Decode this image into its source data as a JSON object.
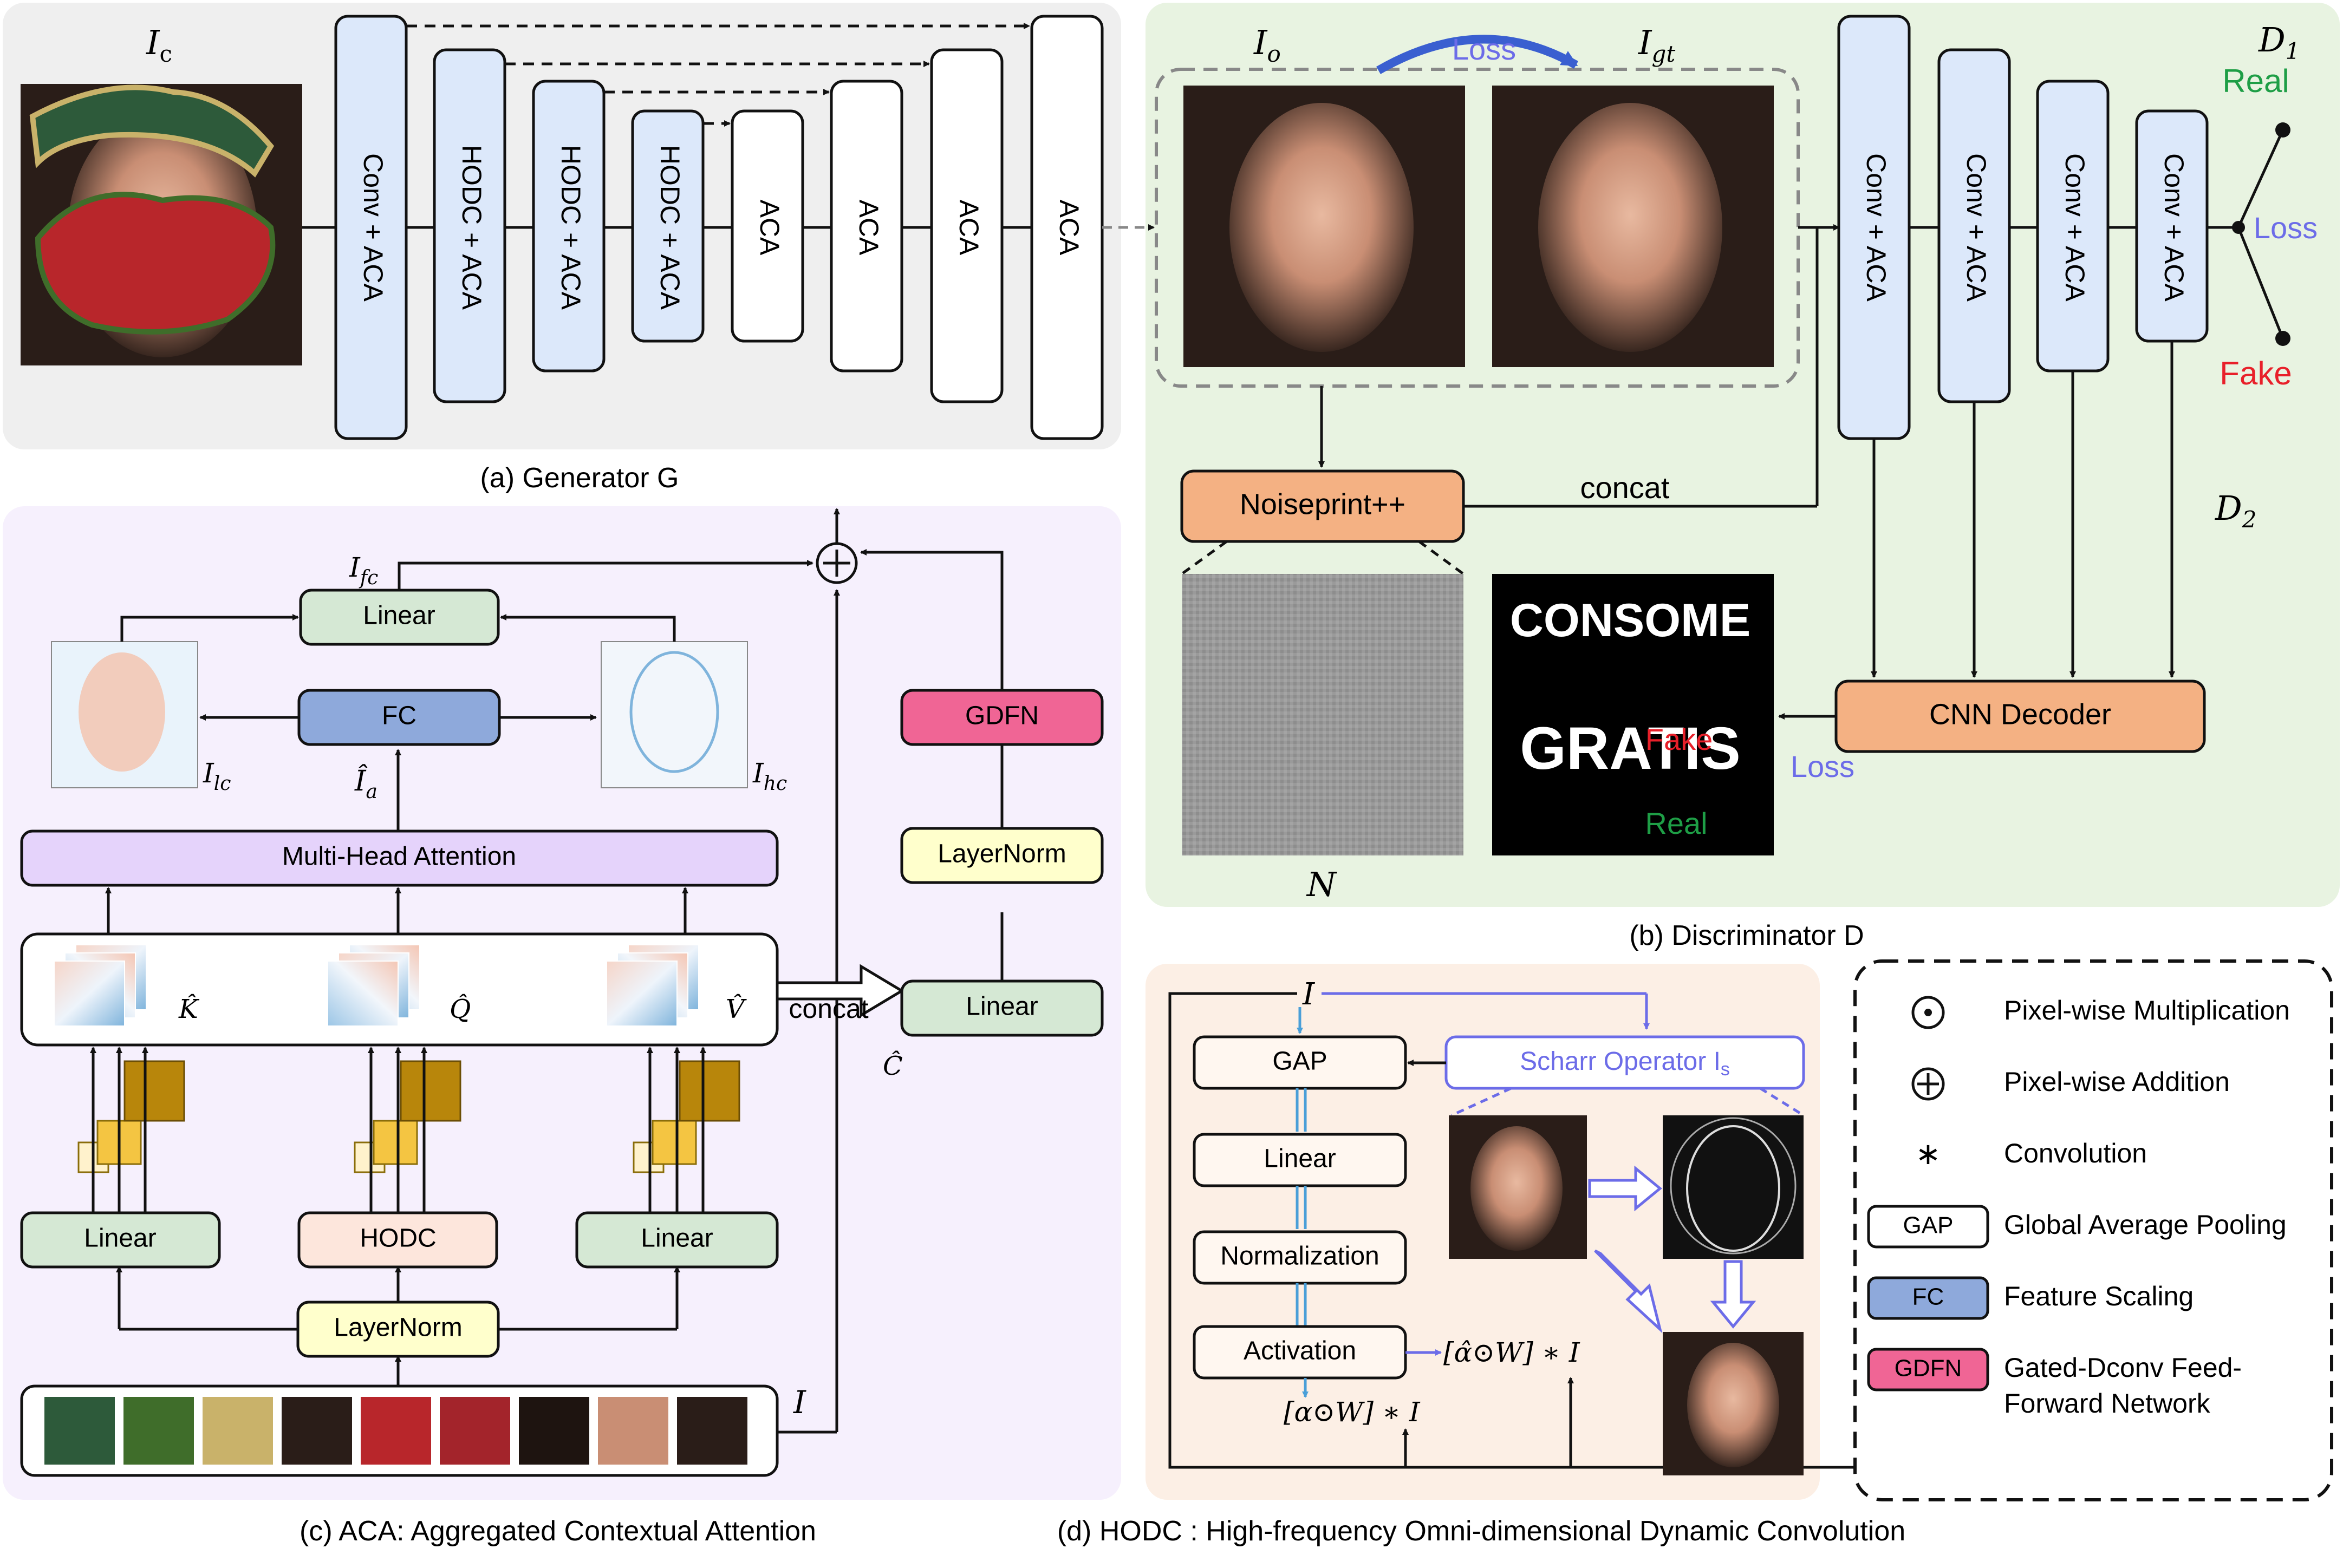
{
  "generator": {
    "input_label": "I",
    "input_label_sub": "c",
    "blocks": [
      "Conv + ACA",
      "HODC + ACA",
      "HODC + ACA",
      "HODC + ACA",
      "ACA",
      "ACA",
      "ACA",
      "ACA"
    ],
    "caption": "(a) Generator G"
  },
  "discriminator": {
    "output_label": "I",
    "output_label_sub": "o",
    "gt_label": "I",
    "gt_label_sub": "gt",
    "loss_label": "Loss",
    "noiseprint_label": "Noiseprint++",
    "concat_label": "concat",
    "n_label": "N",
    "mask_words": [
      "CONSOME",
      "GRATIS"
    ],
    "mask_fake": "Fake",
    "mask_real": "Real",
    "conv_blocks": [
      "Conv + ACA",
      "Conv + ACA",
      "Conv + ACA",
      "Conv + ACA"
    ],
    "d1_label": "D",
    "d1_sub": "1",
    "d2_label": "D",
    "d2_sub": "2",
    "real_label": "Real",
    "fake_label": "Fake",
    "d1_loss_label": "Loss",
    "decoder_label": "CNN Decoder",
    "decoder_loss_label": "Loss",
    "caption": "(b) Discriminator D"
  },
  "aca": {
    "linear_top": "Linear",
    "fc": "FC",
    "mha": "Multi-Head Attention",
    "gdfn": "GDFN",
    "layernorm_right": "LayerNorm",
    "linear_right": "Linear",
    "concat": "concat",
    "linear_left": "Linear",
    "hodc": "HODC",
    "linear_mid": "Linear",
    "layernorm_bottom": "LayerNorm",
    "ifc": "I",
    "ifc_sub": "fc",
    "ilc": "I",
    "ilc_sub": "lc",
    "ihc": "I",
    "ihc_sub": "hc",
    "ia_hat": "Î",
    "ia_sub": "a",
    "k_hat": "K̂",
    "q_hat": "Q̂",
    "v_hat": "V̂",
    "c_hat": "Ĉ",
    "input_i": "I",
    "caption": "(c) ACA: Aggregated Contextual Attention"
  },
  "hodc": {
    "input_i": "I",
    "gap": "GAP",
    "linear": "Linear",
    "normalization": "Normalization",
    "activation": "Activation",
    "scharr": "Scharr Operator I",
    "scharr_sub": "s",
    "formula_right": "[α̂⊙W] ∗ I",
    "formula_bottom": "[α⊙W] ∗ I",
    "caption": "(d) HODC : High-frequency Omni-dimensional Dynamic Convolution"
  },
  "legend": [
    {
      "symbol": "⊙",
      "text": "Pixel-wise Multiplication"
    },
    {
      "symbol": "⊕",
      "text": "Pixel-wise Addition"
    },
    {
      "symbol": "∗",
      "text": "Convolution"
    },
    {
      "symbol": "GAP",
      "text": "Global Average Pooling",
      "color": "#ffffff"
    },
    {
      "symbol": "FC",
      "text": "Feature Scaling",
      "color": "#8ea9db"
    },
    {
      "symbol": "GDFN",
      "text": "Gated-Dconv Feed-",
      "text2": "Forward Network",
      "color": "#f06595"
    }
  ],
  "colors": {
    "generator_bg": "#efefef",
    "discriminator_bg": "#e8f3e1",
    "aca_bg": "#f6f0fd",
    "hodc_bg": "#fcefe5",
    "conv_block": "#dce8fa",
    "noiseprint": "#f4b183",
    "mha": "#e5d3fb",
    "linear": "#d5e8d4",
    "layernorm": "#ffffcc",
    "hodc_box": "#fde6dc",
    "gdfn": "#f06595",
    "fc": "#8ea9db",
    "loss_blue": "#6c6ce8",
    "real_green": "#1e9e46",
    "fake_red": "#e8202a"
  }
}
